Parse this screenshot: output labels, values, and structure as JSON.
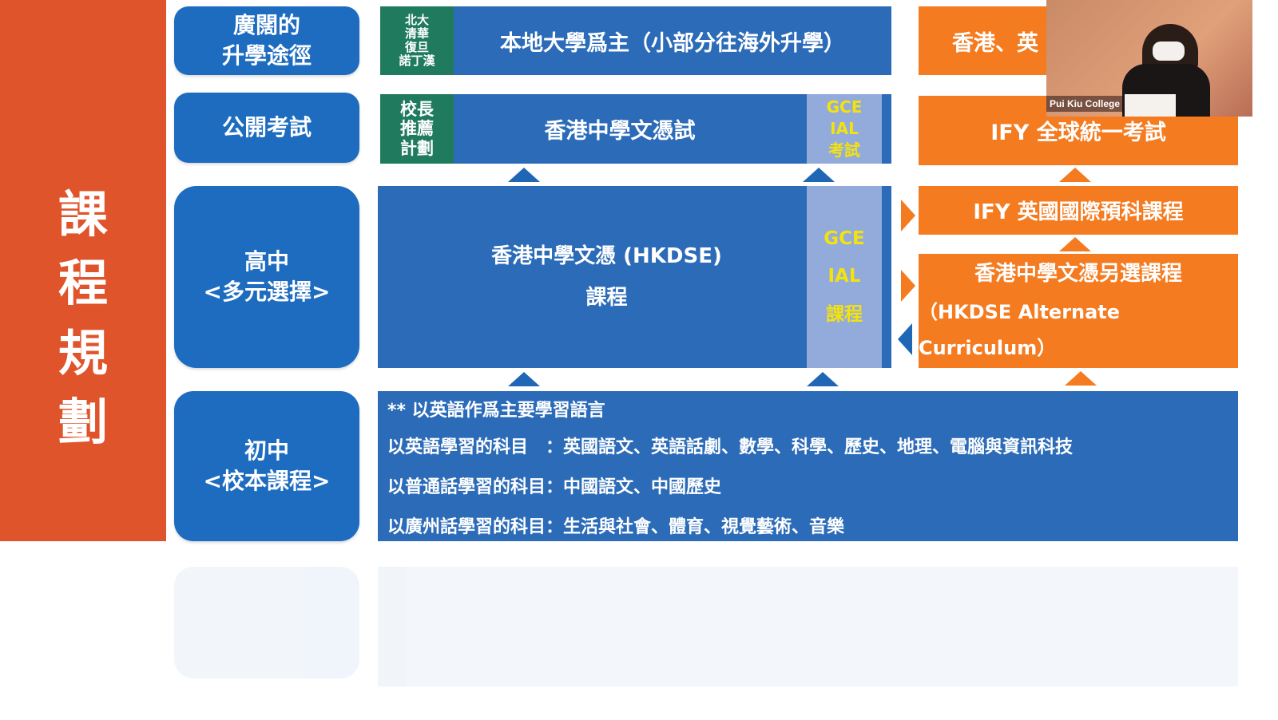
{
  "title_chars": [
    "課",
    "程",
    "規",
    "劃"
  ],
  "left_labels": {
    "pathways": [
      "廣闊的",
      "升學途徑"
    ],
    "exams": "公開考試",
    "senior": [
      "高中",
      "<多元選擇>"
    ],
    "junior": [
      "初中",
      "<校本課程>"
    ]
  },
  "row1": {
    "green": [
      "北大",
      "清華",
      "復旦",
      "諾丁漢"
    ],
    "main": "本地大學爲主（小部分往海外升學）",
    "right": "香港、英"
  },
  "row2": {
    "green": [
      "校長",
      "推薦",
      "計劃"
    ],
    "main": "香港中學文憑試",
    "gce": [
      "GCE",
      "IAL",
      "考試"
    ],
    "right": "IFY 全球統一考試"
  },
  "row3": {
    "main": [
      "香港中學文憑 (HKDSE)",
      "課程"
    ],
    "gce": [
      "GCE",
      "IAL",
      "課程"
    ],
    "ify": "IFY 英國國際預科課程",
    "alt": [
      "香港中學文憑另選課程",
      "（HKDSE Alternate Curriculum）"
    ]
  },
  "junior_box": [
    "** 以英語作爲主要學習語言",
    "以英語學習的科目　：英國語文、英語話劇、數學、科學、歷史、地理、電腦與資訊科技",
    "以普通話學習的科目：中國語文、中國歷史",
    "以廣州話學習的科目：生活與社會、體育、視覺藝術、音樂"
  ],
  "video": {
    "label": "Pui Kiu College"
  },
  "colors": {
    "red": "#E0542B",
    "blue": "#2B6BB8",
    "green": "#1F7A5E",
    "orange": "#F47B20",
    "yellow": "#F4E20E"
  }
}
